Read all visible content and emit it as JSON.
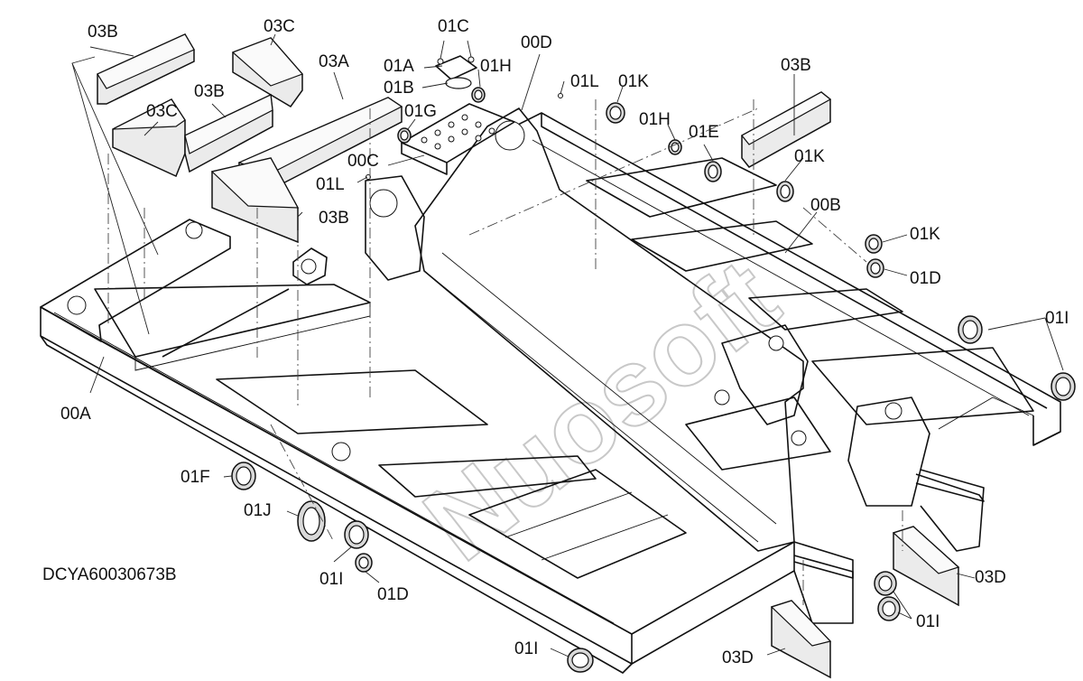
{
  "diagram": {
    "drawing_number": "DCYA60030673B",
    "watermark": "Nuosoft",
    "callouts": [
      {
        "label": "03B"
      },
      {
        "label": "03C"
      },
      {
        "label": "03A"
      },
      {
        "label": "03B"
      },
      {
        "label": "03C"
      },
      {
        "label": "01C"
      },
      {
        "label": "01A"
      },
      {
        "label": "01H"
      },
      {
        "label": "01B"
      },
      {
        "label": "00D"
      },
      {
        "label": "01L"
      },
      {
        "label": "01K"
      },
      {
        "label": "01G"
      },
      {
        "label": "01H"
      },
      {
        "label": "01E"
      },
      {
        "label": "03B"
      },
      {
        "label": "00C"
      },
      {
        "label": "01L"
      },
      {
        "label": "03B"
      },
      {
        "label": "01K"
      },
      {
        "label": "00B"
      },
      {
        "label": "01K"
      },
      {
        "label": "01D"
      },
      {
        "label": "01I"
      },
      {
        "label": "00A"
      },
      {
        "label": "01F"
      },
      {
        "label": "01J"
      },
      {
        "label": "01I"
      },
      {
        "label": "01D"
      },
      {
        "label": "03D"
      },
      {
        "label": "01I"
      },
      {
        "label": "01I"
      },
      {
        "label": "03D"
      }
    ]
  }
}
